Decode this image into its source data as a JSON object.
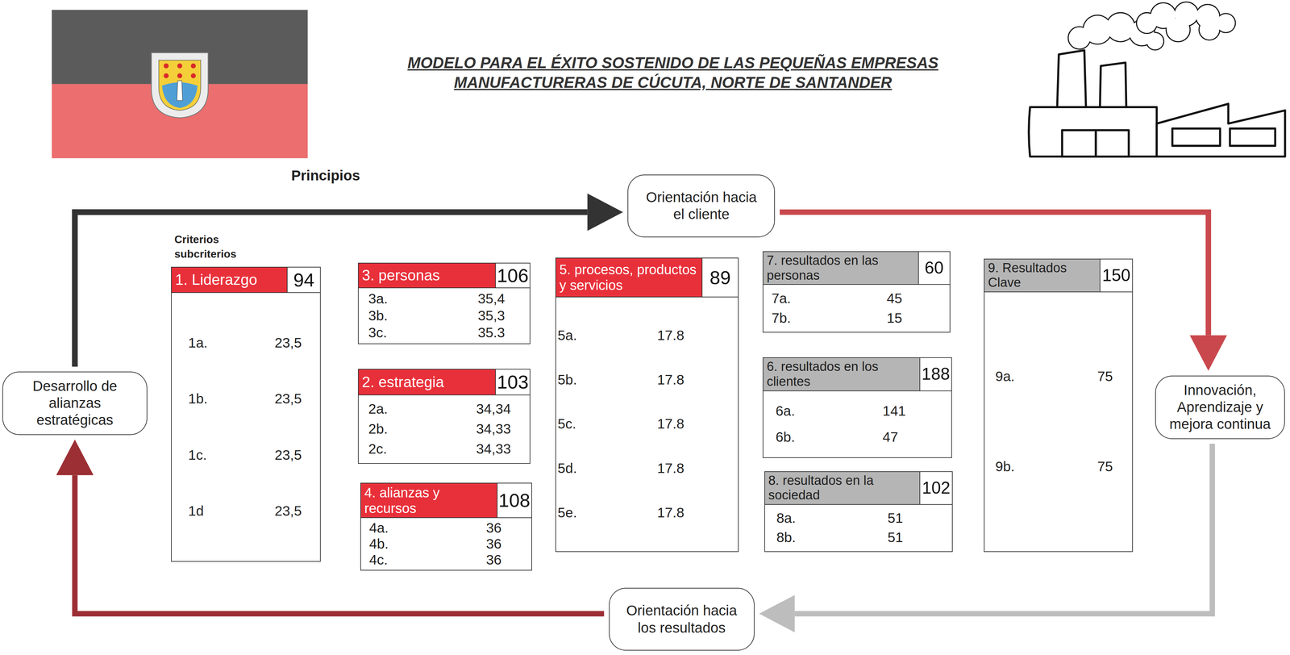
{
  "diagram": {
    "title": "MODELO PARA EL ÉXITO SOSTENIDO DE LAS PEQUEÑAS EMPRESAS MANUFACTURERAS DE CÚCUTA, NORTE DE SANTANDER",
    "nodes": [
      {
        "text": [
          "Orientación hacia el cliente"
        ]
      },
      {
        "text": [
          "Innovación, Aprendizaje y mejora continua"
        ]
      },
      {
        "text": [
          "Orientación hacia los resultados"
        ]
      },
      {
        "text": [
          "Desarrollo de alianzas estratégicas"
        ]
      },
      {
        "text": [
          "1. Liderazgo",
          "94",
          "1a.",
          "23,5",
          "1b.",
          "23,5",
          "1c.",
          "23,5",
          "1d",
          "23,5"
        ]
      },
      {
        "text": [
          "2. estrategia",
          "103",
          "2a.",
          "34,34",
          "2b.",
          "34,33",
          "2c.",
          "34,33"
        ]
      },
      {
        "text": [
          "3. personas",
          "106",
          "3a.",
          "35,4",
          "3b.",
          "35,3",
          "3c.",
          "35.3"
        ]
      },
      {
        "text": [
          "4. alianzas y recursos",
          "108",
          "4a.",
          "36",
          "4b.",
          "36",
          "4c.",
          "36"
        ]
      },
      {
        "text": [
          "5. procesos, productos y servicios",
          "89",
          "5a.",
          "17.8",
          "5b.",
          "17.8",
          "5c.",
          "17.8",
          "5d.",
          "17.8",
          "5e.",
          "17.8"
        ]
      },
      {
        "text": [
          "6. resultados en los clientes",
          "188",
          "6a.",
          "141",
          "6b.",
          "47"
        ]
      },
      {
        "text": [
          "7. resultados en las personas",
          "60",
          "7a.",
          "45",
          "7b.",
          "15"
        ]
      },
      {
        "text": [
          "8. resultados en la sociedad",
          "102",
          "8a.",
          "51",
          "8b.",
          "51"
        ]
      },
      {
        "text": [
          "9. Resultados Clave",
          "150",
          "9a.",
          "75",
          "9b.",
          "75"
        ]
      }
    ],
    "edges": [
      {
        "from": 3,
        "to": 0,
        "arrow": "to"
      },
      {
        "from": 0,
        "to": 1,
        "arrow": "to"
      },
      {
        "from": 1,
        "to": 2,
        "arrow": "to"
      },
      {
        "from": 2,
        "to": 3,
        "arrow": "to"
      }
    ],
    "labels": [
      "Principios",
      "Criterios subcriterios"
    ]
  }
}
